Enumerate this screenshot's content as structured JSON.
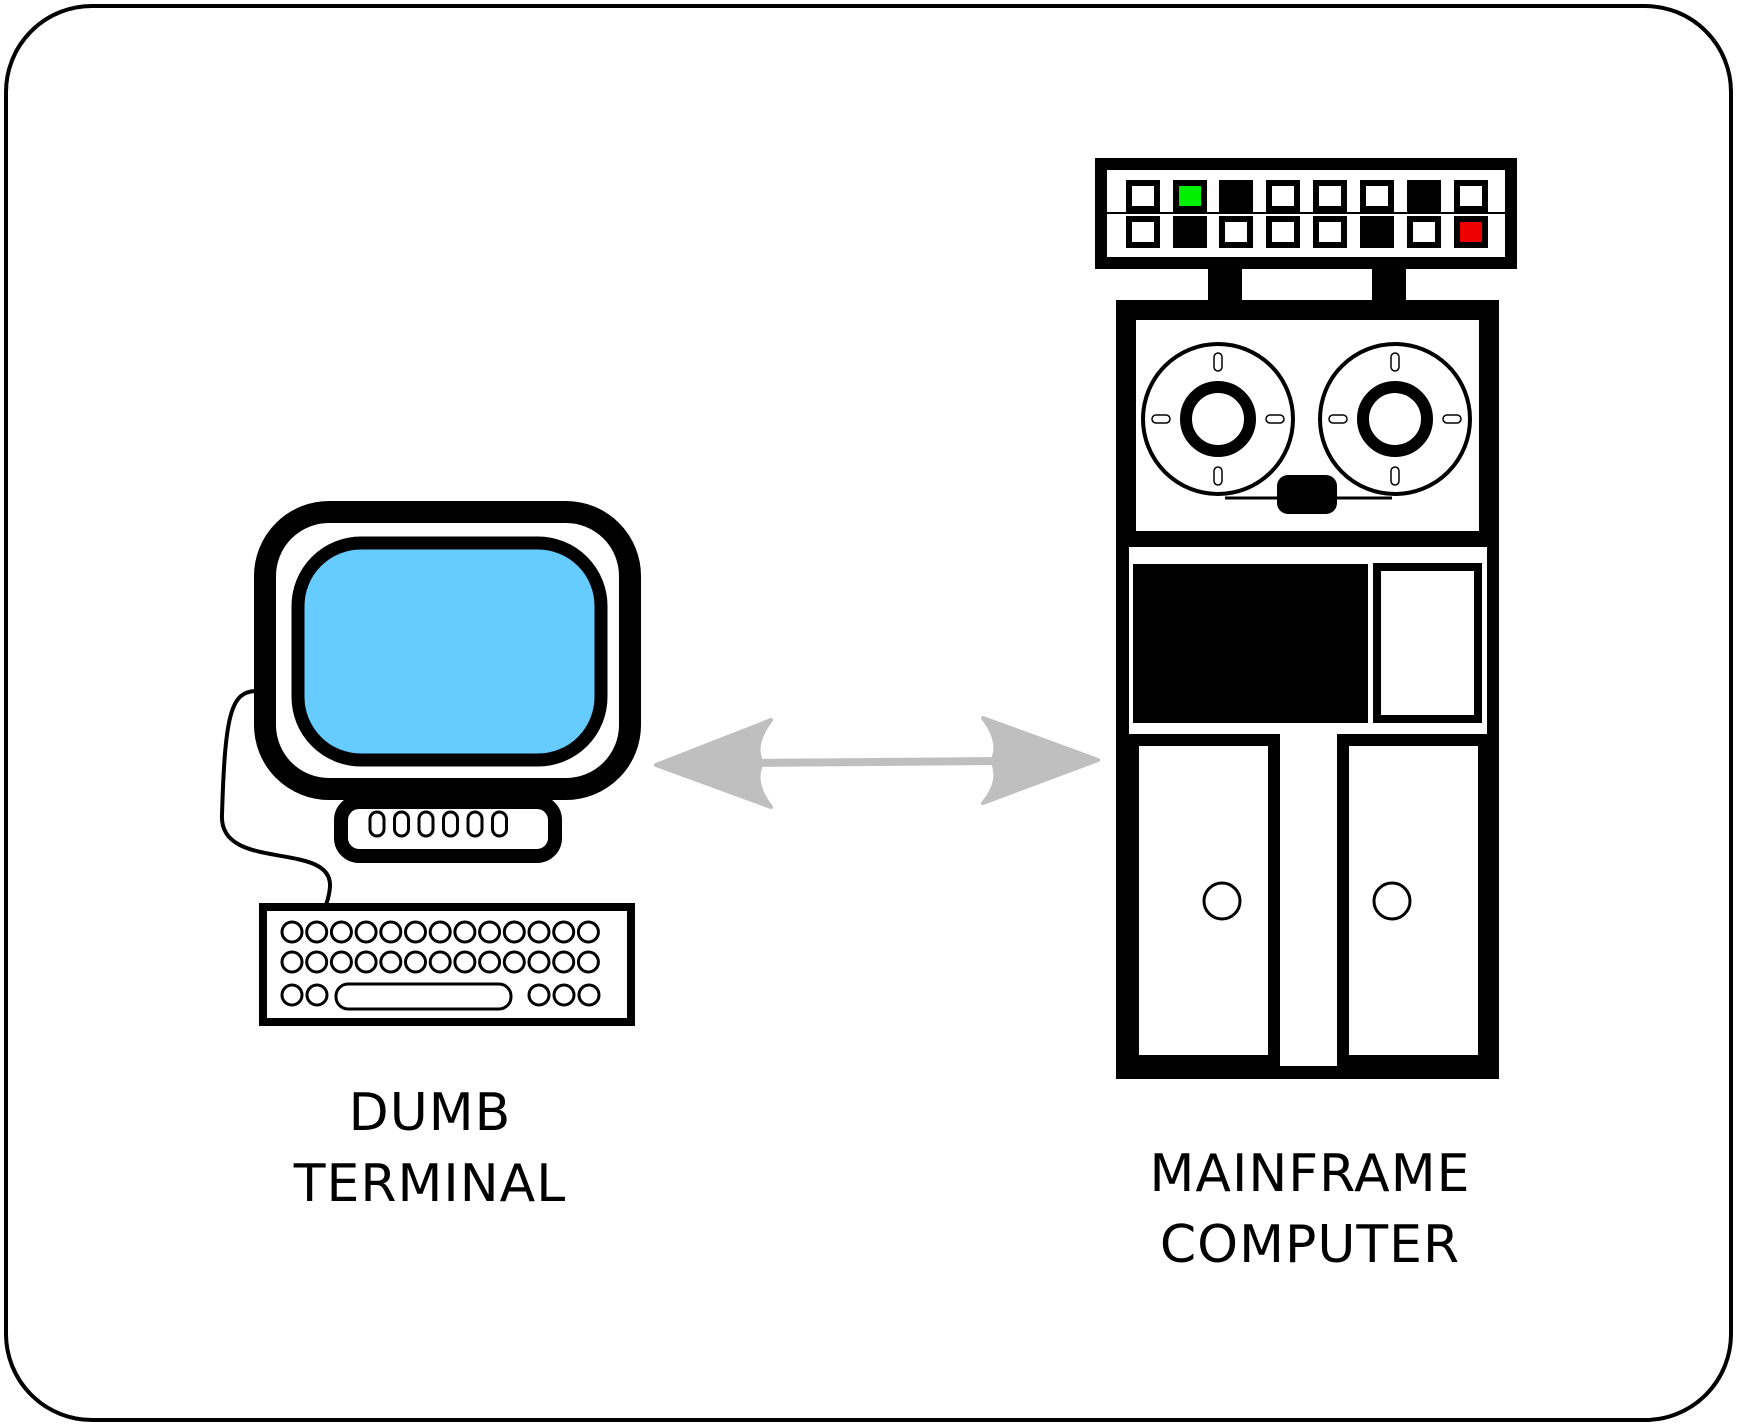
{
  "diagram": {
    "nodes": [
      {
        "id": "terminal",
        "label_lines": [
          "DUMB",
          "TERMINAL"
        ]
      },
      {
        "id": "mainframe",
        "label_lines": [
          "MAINFRAME",
          "COMPUTER"
        ]
      }
    ],
    "edges": [
      {
        "from": "terminal",
        "to": "mainframe",
        "style": "double-arrow",
        "color": "#bfbfbf"
      }
    ]
  },
  "colors": {
    "screen": "#66ccff",
    "indicator_on": "#00ee00",
    "indicator_alert": "#ee0000",
    "stroke": "#000000",
    "connector": "#bfbfbf"
  },
  "icons": {
    "terminal": "crt-terminal-icon",
    "mainframe": "mainframe-cabinet-icon"
  }
}
